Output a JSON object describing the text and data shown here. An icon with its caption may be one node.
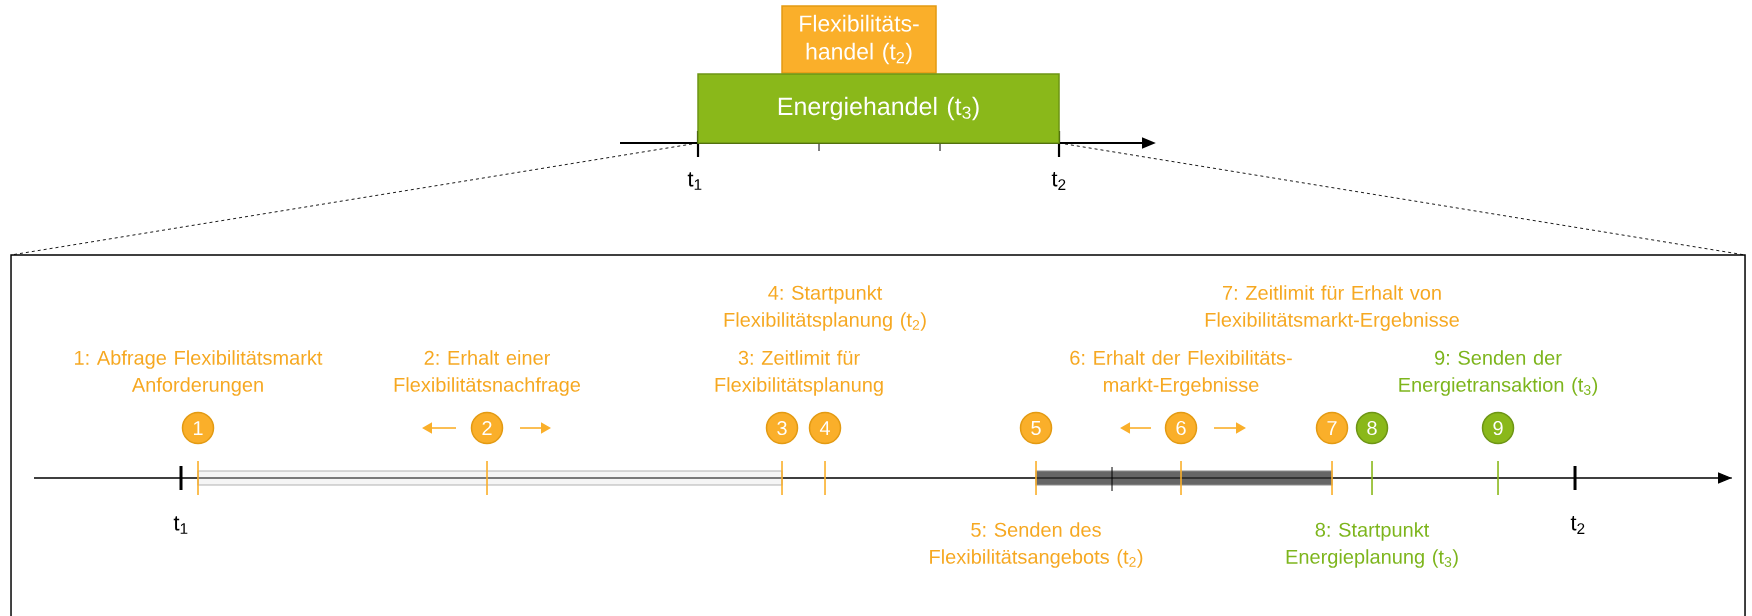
{
  "diagram": {
    "nodes": [
      {
        "text": [
          "Flexibilitäts- handel (t$_{2}$)"
        ]
      },
      {
        "text": [
          "Energiehandel (t$_{3}$)"
        ]
      },
      {
        "text": [
          "1"
        ],
        "beside": [
          "1: Abfrage Flexibilitätsmarkt Anforderungen"
        ]
      },
      {
        "text": [
          "2"
        ],
        "beside": [
          "2: Erhalt einer Flexibilitätsnachfrage"
        ]
      },
      {
        "text": [
          "3"
        ],
        "beside": [
          "3: Zeitlimit für Flexibilitätsplanung"
        ]
      },
      {
        "text": [
          "4"
        ]
      },
      {
        "text": [
          "5"
        ],
        "beside": [
          "5: Senden des Flexibilitätsangebots (t$_{2}$)"
        ]
      },
      {
        "text": [
          "6"
        ],
        "beside": [
          "6: Erhalt der Flexibilitäts- markt-Ergebnisse"
        ]
      },
      {
        "text": [
          "7"
        ]
      },
      {
        "text": [
          "8"
        ],
        "beside": [
          "8: Startpunkt Energieplanung (t$_{3}$)"
        ]
      },
      {
        "text": [
          "9"
        ],
        "beside": [
          "9: Senden der Energietransaktion (t$_{3}$)"
        ]
      }
    ],
    "labels": [
      "t$_{1}$",
      "t$_{2}$",
      "4: Startpunkt Flexibilitätsplanung (t$_{2}$)",
      "7: Zeitlimit für Erhalt von Flexibilitätsmarkt-Ergebnisse",
      "t$_{1}$",
      "t$_{2}$"
    ]
  }
}
